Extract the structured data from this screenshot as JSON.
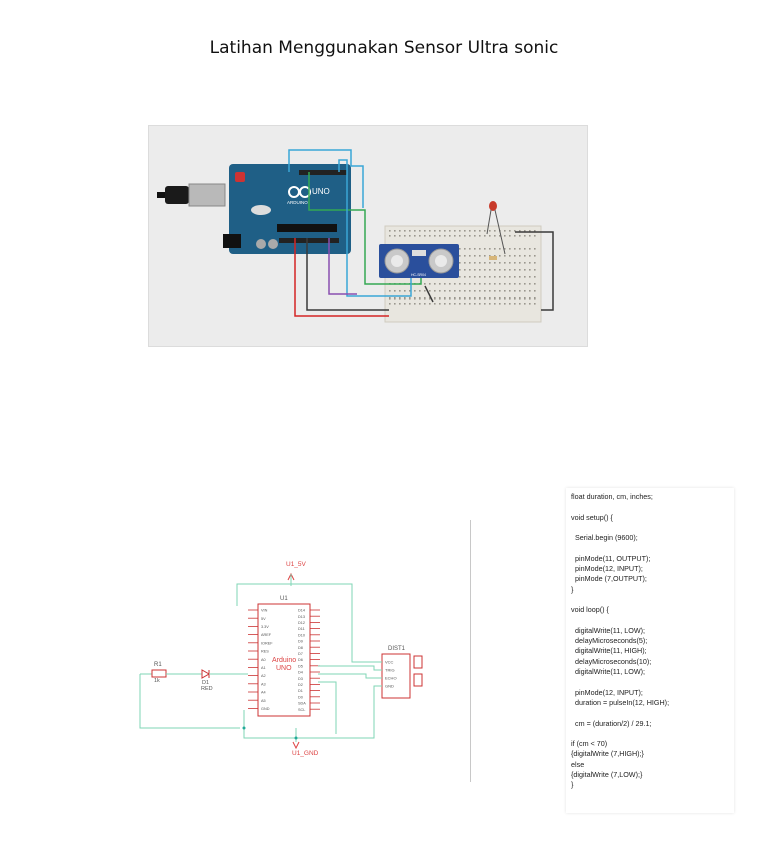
{
  "page": {
    "title": "Latihan Menggunakan Sensor Ultra sonic"
  },
  "circuit_image": {
    "board_label": "UNO",
    "board_brand": "ARDUINO",
    "sensor_label": "HC-SR04"
  },
  "schematic": {
    "power_label": "U1_5V",
    "ground_label": "U1_GND",
    "mcu_ref": "U1",
    "mcu_name_line1": "Arduino",
    "mcu_name_line2": "UNO",
    "resistor_ref": "R1",
    "resistor_value": "1k",
    "led_ref": "D1",
    "led_color": "RED",
    "sensor_ref": "DIST1",
    "sensor_pins": [
      "VCC",
      "TRIG",
      "ECHO",
      "GND"
    ],
    "mcu_left_pins": [
      "VIN",
      "5V",
      "3.3V",
      "AREF",
      "IOREF",
      "RES",
      "A0",
      "A1",
      "A2",
      "A3",
      "A4",
      "A5",
      "GND"
    ],
    "mcu_right_pins": [
      "D14",
      "D13",
      "D12",
      "D11",
      "D10",
      "D9",
      "D8",
      "D7",
      "D6",
      "D5",
      "D4",
      "D3",
      "D2",
      "D1",
      "D0",
      "SDA",
      "SCL"
    ]
  },
  "code": {
    "lines": [
      "float duration, cm, inches;",
      "",
      "void setup() {",
      "",
      "  Serial.begin (9600);",
      "",
      "  pinMode(11, OUTPUT);",
      "  pinMode(12, INPUT);",
      "  pinMode (7,OUTPUT);",
      "}",
      "",
      "void loop() {",
      "",
      "  digitalWrite(11, LOW);",
      "  delayMicroseconds(5);",
      "  digitalWrite(11, HIGH);",
      "  delayMicroseconds(10);",
      "  digitalWrite(11, LOW);",
      "",
      "  pinMode(12, INPUT);",
      "  duration = pulseIn(12, HIGH);",
      "",
      "  cm = (duration/2) / 29.1;",
      "",
      "if (cm < 70)",
      "{digitalWrite (7,HIGH);}",
      "else",
      "{digitalWrite (7,LOW);}",
      "}"
    ]
  },
  "colors": {
    "board": "#1f5f86",
    "breadboard": "#e8e6df",
    "sensor": "#2a4f9c",
    "wire_red": "#d42424",
    "wire_black": "#3a3a3a",
    "wire_blue": "#3aa6d6",
    "wire_green": "#34a853",
    "wire_purple": "#8a4fb0",
    "schematic_line": "#7fd6b5"
  }
}
